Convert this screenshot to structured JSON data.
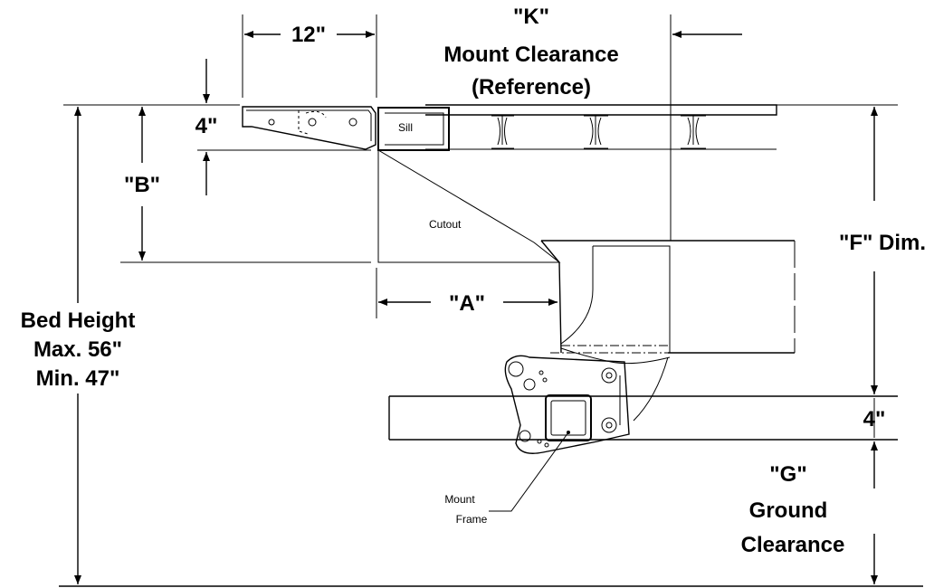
{
  "dimensions": {
    "top_width": "12\"",
    "k_line1": "\"K\"",
    "k_line2": "Mount Clearance",
    "k_line3": "(Reference)",
    "sill_height": "4\"",
    "b_dim": "\"B\"",
    "f_dim": "\"F\" Dim.",
    "a_dim": "\"A\"",
    "bed_line1": "Bed Height",
    "bed_line2": "Max. 56\"",
    "bed_line3": "Min. 47\"",
    "frame_height": "4\"",
    "g_line1": "\"G\"",
    "g_line2": "Ground",
    "g_line3": "Clearance"
  },
  "callouts": {
    "sill": "Sill",
    "cutout": "Cutout",
    "mount_line1": "Mount",
    "mount_line2": "Frame"
  }
}
